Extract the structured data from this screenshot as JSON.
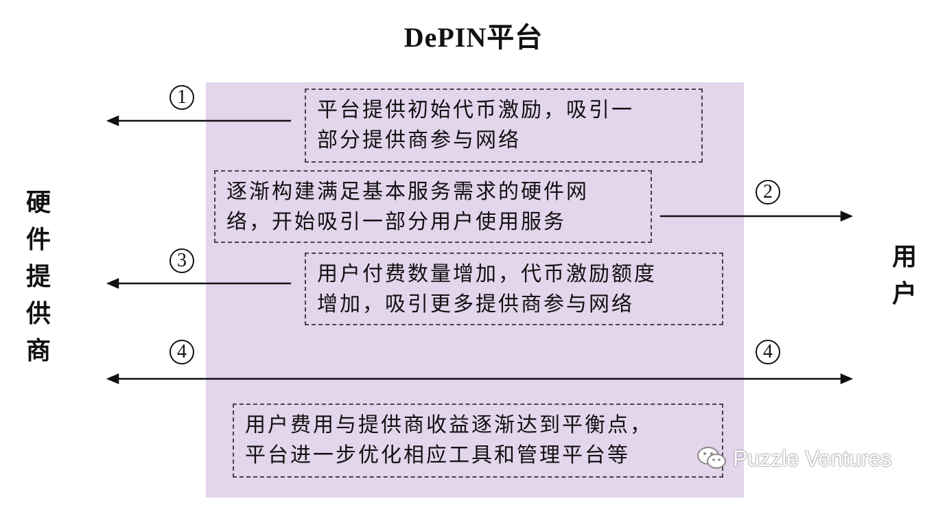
{
  "title": "DePIN平台",
  "left_party": [
    "硬",
    "件",
    "提",
    "供",
    "商"
  ],
  "right_party": [
    "用",
    "户"
  ],
  "markers": {
    "n1": "①",
    "n2": "②",
    "n3": "③",
    "n4_left": "④",
    "n4_right": "④"
  },
  "steps": [
    {
      "lines": [
        "平台提供初始代币激励，吸引一",
        "部分提供商参与网络"
      ]
    },
    {
      "lines": [
        "逐渐构建满足基本服务需求的硬件网",
        "络，开始吸引一部分用户使用服务"
      ]
    },
    {
      "lines": [
        "用户付费数量增加，代币激励额度",
        "增加，吸引更多提供商参与网络"
      ]
    },
    {
      "lines": [
        "用户费用与提供商收益逐渐达到平衡点，",
        "平台进一步优化相应工具和管理平台等"
      ]
    }
  ],
  "watermark": {
    "text": "Puzzle Ventures",
    "icon": "wechat-icon"
  },
  "colors": {
    "platform_bg": "#e3d5ec",
    "line": "#111111"
  }
}
